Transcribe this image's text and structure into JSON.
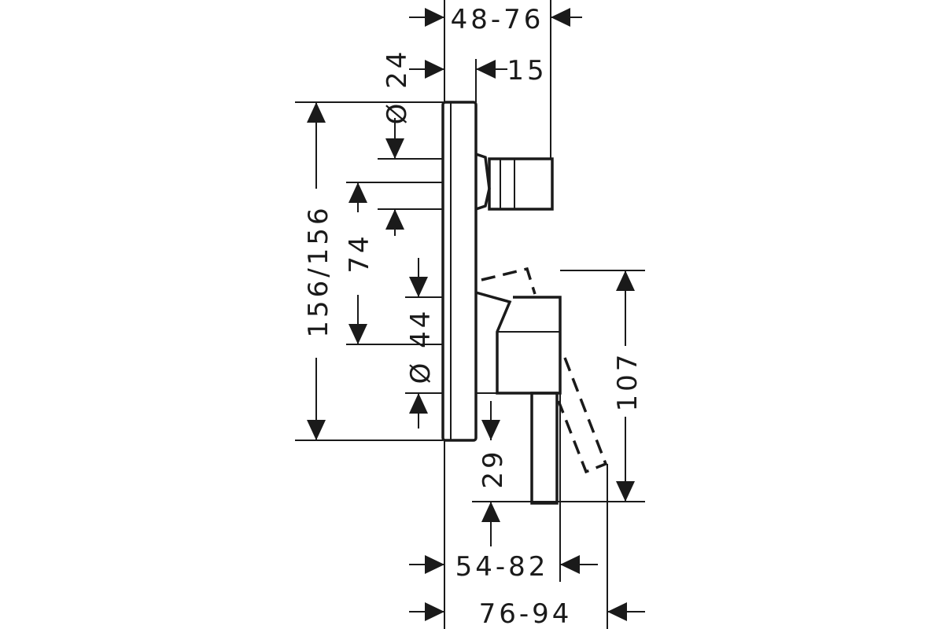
{
  "dimensions": {
    "top_width": "48-76",
    "diameter_top": "Ø 24",
    "outlet_offset": "15",
    "plate_height": "156/156",
    "spacing": "74",
    "diameter_bottom": "Ø 44",
    "lever_height": "107",
    "lever_drop": "29",
    "bottom_width_inner": "54-82",
    "bottom_width_outer": "76-94"
  },
  "colors": {
    "line": "#1a1a1a",
    "background": "#ffffff"
  }
}
